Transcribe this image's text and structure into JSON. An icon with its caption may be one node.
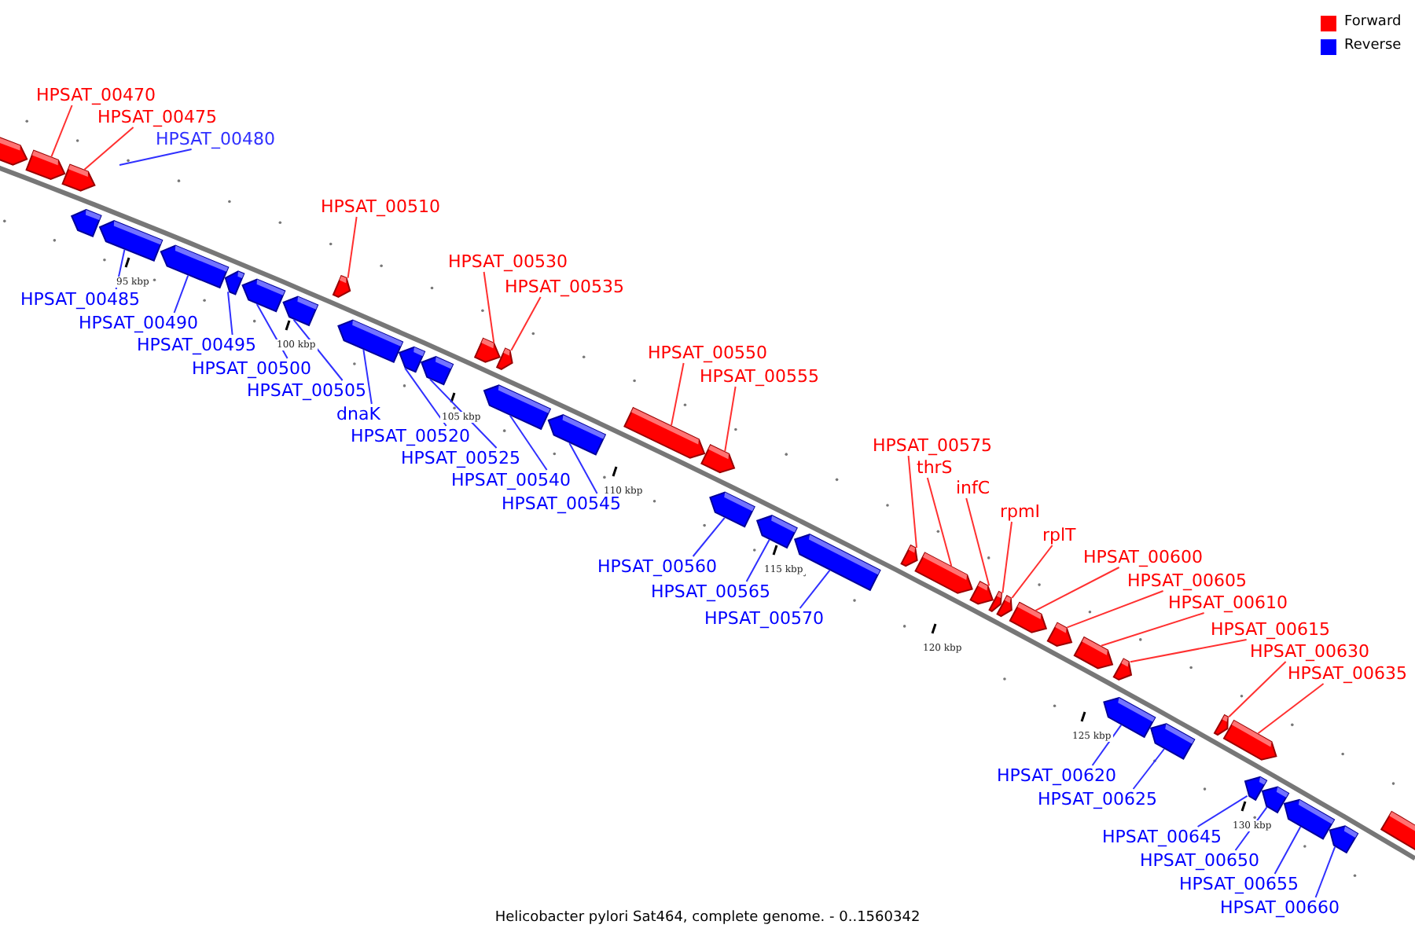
{
  "diagram": {
    "caption": "Helicobacter pylori Sat464, complete genome. - 0..1560342",
    "nodes": [
      {
        "text": [],
        "shape": "arrow"
      },
      {
        "text": [
          "HPSAT_00470"
        ]
      },
      {
        "text": [],
        "shape": "arrow"
      },
      {
        "text": [
          "HPSAT_00475"
        ]
      },
      {
        "text": [],
        "shape": "arrow"
      },
      {
        "text": [
          "HPSAT_00480"
        ]
      },
      {
        "text": [],
        "shape": "arrow"
      },
      {
        "text": [],
        "shape": "arrow"
      },
      {
        "text": [
          "HPSAT_00485"
        ]
      },
      {
        "text": [],
        "shape": "arrow"
      },
      {
        "text": [
          "HPSAT_00490"
        ]
      },
      {
        "text": [],
        "shape": "arrow"
      },
      {
        "text": [
          "HPSAT_00495"
        ]
      },
      {
        "text": [],
        "shape": "arrow"
      },
      {
        "text": [
          "HPSAT_00500"
        ]
      },
      {
        "text": [],
        "shape": "arrow"
      },
      {
        "text": [
          "HPSAT_00505"
        ]
      },
      {
        "text": [],
        "shape": "arrow"
      },
      {
        "text": [
          "HPSAT_00510"
        ]
      },
      {
        "text": [],
        "shape": "arrow"
      },
      {
        "text": [
          "dnaK"
        ]
      },
      {
        "text": [],
        "shape": "arrow"
      },
      {
        "text": [
          "HPSAT_00520"
        ]
      },
      {
        "text": [],
        "shape": "arrow"
      },
      {
        "text": [
          "HPSAT_00525"
        ]
      },
      {
        "text": [],
        "shape": "arrow"
      },
      {
        "text": [
          "HPSAT_00530"
        ]
      },
      {
        "text": [],
        "shape": "arrow"
      },
      {
        "text": [
          "HPSAT_00535"
        ]
      },
      {
        "text": [],
        "shape": "arrow"
      },
      {
        "text": [
          "HPSAT_00540"
        ]
      },
      {
        "text": [],
        "shape": "arrow"
      },
      {
        "text": [
          "HPSAT_00545"
        ]
      },
      {
        "text": [],
        "shape": "arrow"
      },
      {
        "text": [
          "HPSAT_00550"
        ]
      },
      {
        "text": [],
        "shape": "arrow"
      },
      {
        "text": [
          "HPSAT_00555"
        ]
      },
      {
        "text": [],
        "shape": "arrow"
      },
      {
        "text": [
          "HPSAT_00560"
        ]
      },
      {
        "text": [],
        "shape": "arrow"
      },
      {
        "text": [
          "HPSAT_00565"
        ]
      },
      {
        "text": [],
        "shape": "arrow"
      },
      {
        "text": [
          "HPSAT_00570"
        ]
      },
      {
        "text": [],
        "shape": "arrow"
      },
      {
        "text": [
          "HPSAT_00575"
        ]
      },
      {
        "text": [],
        "shape": "arrow"
      },
      {
        "text": [
          "thrS"
        ]
      },
      {
        "text": [],
        "shape": "arrow"
      },
      {
        "text": [
          "infC"
        ]
      },
      {
        "text": [],
        "shape": "arrow"
      },
      {
        "text": [
          "rpmI"
        ]
      },
      {
        "text": [],
        "shape": "arrow"
      },
      {
        "text": [
          "rplT"
        ]
      },
      {
        "text": [],
        "shape": "arrow"
      },
      {
        "text": [
          "HPSAT_00600"
        ]
      },
      {
        "text": [],
        "shape": "arrow"
      },
      {
        "text": [
          "HPSAT_00605"
        ]
      },
      {
        "text": [],
        "shape": "arrow"
      },
      {
        "text": [
          "HPSAT_00610"
        ]
      },
      {
        "text": [],
        "shape": "arrow"
      },
      {
        "text": [
          "HPSAT_00615"
        ]
      },
      {
        "text": [],
        "shape": "arrow"
      },
      {
        "text": [
          "HPSAT_00620"
        ]
      },
      {
        "text": [],
        "shape": "arrow"
      },
      {
        "text": [
          "HPSAT_00625"
        ]
      },
      {
        "text": [],
        "shape": "arrow"
      },
      {
        "text": [
          "HPSAT_00630"
        ]
      },
      {
        "text": [],
        "shape": "arrow"
      },
      {
        "text": [
          "HPSAT_00635"
        ]
      },
      {
        "text": [],
        "shape": "arrow"
      },
      {
        "text": [
          "HPSAT_00645"
        ]
      },
      {
        "text": [],
        "shape": "arrow"
      },
      {
        "text": [
          "HPSAT_00650"
        ]
      },
      {
        "text": [],
        "shape": "arrow"
      },
      {
        "text": [
          "HPSAT_00655"
        ]
      },
      {
        "text": [],
        "shape": "arrow"
      },
      {
        "text": [
          "HPSAT_00660"
        ]
      },
      {
        "text": [],
        "shape": "arrow"
      }
    ],
    "edges": [
      {
        "from": 1,
        "to": 2,
        "arrow": "none",
        "color": "#ff3030"
      },
      {
        "from": 3,
        "to": 4,
        "arrow": "none",
        "color": "#ff3030"
      },
      {
        "from": 5,
        "to": null,
        "arrow": "none",
        "color": "#3030ff"
      },
      {
        "from": 8,
        "to": 7,
        "arrow": "none",
        "color": "#3030ff"
      },
      {
        "from": 10,
        "to": 9,
        "arrow": "none",
        "color": "#3030ff"
      },
      {
        "from": 12,
        "to": 11,
        "arrow": "none",
        "color": "#3030ff"
      },
      {
        "from": 14,
        "to": 13,
        "arrow": "none",
        "color": "#3030ff"
      },
      {
        "from": 16,
        "to": 15,
        "arrow": "none",
        "color": "#3030ff"
      },
      {
        "from": 18,
        "to": 17,
        "arrow": "none",
        "color": "#ff3030"
      },
      {
        "from": 20,
        "to": 19,
        "arrow": "none",
        "color": "#3030ff"
      },
      {
        "from": 22,
        "to": 21,
        "arrow": "none",
        "color": "#3030ff"
      },
      {
        "from": 24,
        "to": 23,
        "arrow": "none",
        "color": "#3030ff"
      },
      {
        "from": 26,
        "to": 25,
        "arrow": "none",
        "color": "#ff3030"
      },
      {
        "from": 28,
        "to": 27,
        "arrow": "none",
        "color": "#ff3030"
      },
      {
        "from": 30,
        "to": 29,
        "arrow": "none",
        "color": "#3030ff"
      },
      {
        "from": 32,
        "to": 31,
        "arrow": "none",
        "color": "#3030ff"
      },
      {
        "from": 34,
        "to": 33,
        "arrow": "none",
        "color": "#ff3030"
      },
      {
        "from": 36,
        "to": 35,
        "arrow": "none",
        "color": "#ff3030"
      },
      {
        "from": 38,
        "to": 37,
        "arrow": "none",
        "color": "#3030ff"
      },
      {
        "from": 40,
        "to": 39,
        "arrow": "none",
        "color": "#3030ff"
      },
      {
        "from": 42,
        "to": 41,
        "arrow": "none",
        "color": "#3030ff"
      },
      {
        "from": 44,
        "to": 43,
        "arrow": "none",
        "color": "#ff3030"
      },
      {
        "from": 46,
        "to": 45,
        "arrow": "none",
        "color": "#ff3030"
      },
      {
        "from": 48,
        "to": 47,
        "arrow": "none",
        "color": "#ff3030"
      },
      {
        "from": 50,
        "to": 49,
        "arrow": "none",
        "color": "#ff3030"
      },
      {
        "from": 52,
        "to": 51,
        "arrow": "none",
        "color": "#ff3030"
      },
      {
        "from": 54,
        "to": 53,
        "arrow": "none",
        "color": "#ff3030"
      },
      {
        "from": 56,
        "to": 55,
        "arrow": "none",
        "color": "#ff3030"
      },
      {
        "from": 58,
        "to": 57,
        "arrow": "none",
        "color": "#ff3030"
      },
      {
        "from": 60,
        "to": 59,
        "arrow": "none",
        "color": "#ff3030"
      },
      {
        "from": 62,
        "to": 61,
        "arrow": "none",
        "color": "#3030ff"
      },
      {
        "from": 64,
        "to": 63,
        "arrow": "none",
        "color": "#3030ff"
      },
      {
        "from": 66,
        "to": 65,
        "arrow": "none",
        "color": "#ff3030"
      },
      {
        "from": 68,
        "to": 67,
        "arrow": "none",
        "color": "#ff3030"
      },
      {
        "from": 70,
        "to": 69,
        "arrow": "none",
        "color": "#3030ff"
      },
      {
        "from": 72,
        "to": 71,
        "arrow": "none",
        "color": "#3030ff"
      },
      {
        "from": 74,
        "to": 73,
        "arrow": "none",
        "color": "#3030ff"
      },
      {
        "from": 76,
        "to": 75,
        "arrow": "none",
        "color": "#3030ff"
      }
    ],
    "labels": [
      "95 kbp",
      "100 kbp",
      "105 kbp",
      "110 kbp",
      "115 kbp",
      "120 kbp",
      "125 kbp",
      "130 kbp"
    ],
    "legend": [
      {
        "text": "Forward",
        "color": "#ff0000"
      },
      {
        "text": "Reverse",
        "color": "#0000ff"
      }
    ]
  }
}
